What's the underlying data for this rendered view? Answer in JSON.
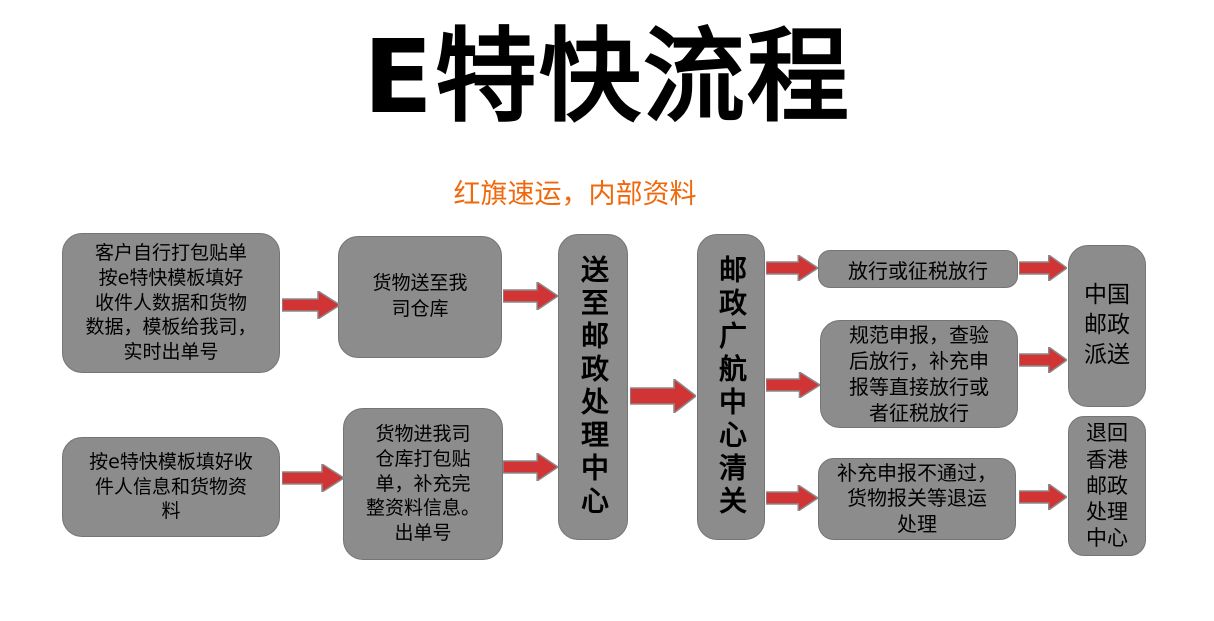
{
  "title": "E特快流程",
  "subtitle": "红旗速运，内部资料",
  "colors": {
    "box_fill": "#8c8c8c",
    "box_border": "#757575",
    "arrow_fill": "#d03434",
    "arrow_stroke": "#8a8a8a",
    "subtitle_color": "#f0680c",
    "title_color": "#000000"
  },
  "nodes": {
    "pack_self": "客户自行打包贴单\n按e特快模板填好\n收件人数据和货物\n数据，模板给我司，\n实时出单号",
    "fill_template": "按e特快模板填好收\n件人信息和货物资\n料",
    "deliver_warehouse": "货物送至我\n司仓库",
    "warehouse_pack": "货物进我司\n仓库打包贴\n单，补充完\n整资料信息。\n出单号",
    "postal_center": "送至邮政处理中心",
    "customs_center": "邮政广航中心清关",
    "release": "放行或征税放行",
    "declare_release": "规范申报，查验\n后放行，补充申\n报等直接放行或\n者征税放行",
    "fail_return": "补充申报不通过，\n货物报关等退运\n处理",
    "china_post": "中国\n邮政\n派送",
    "return_hk": "退回\n香港\n邮政\n处理\n中心"
  }
}
